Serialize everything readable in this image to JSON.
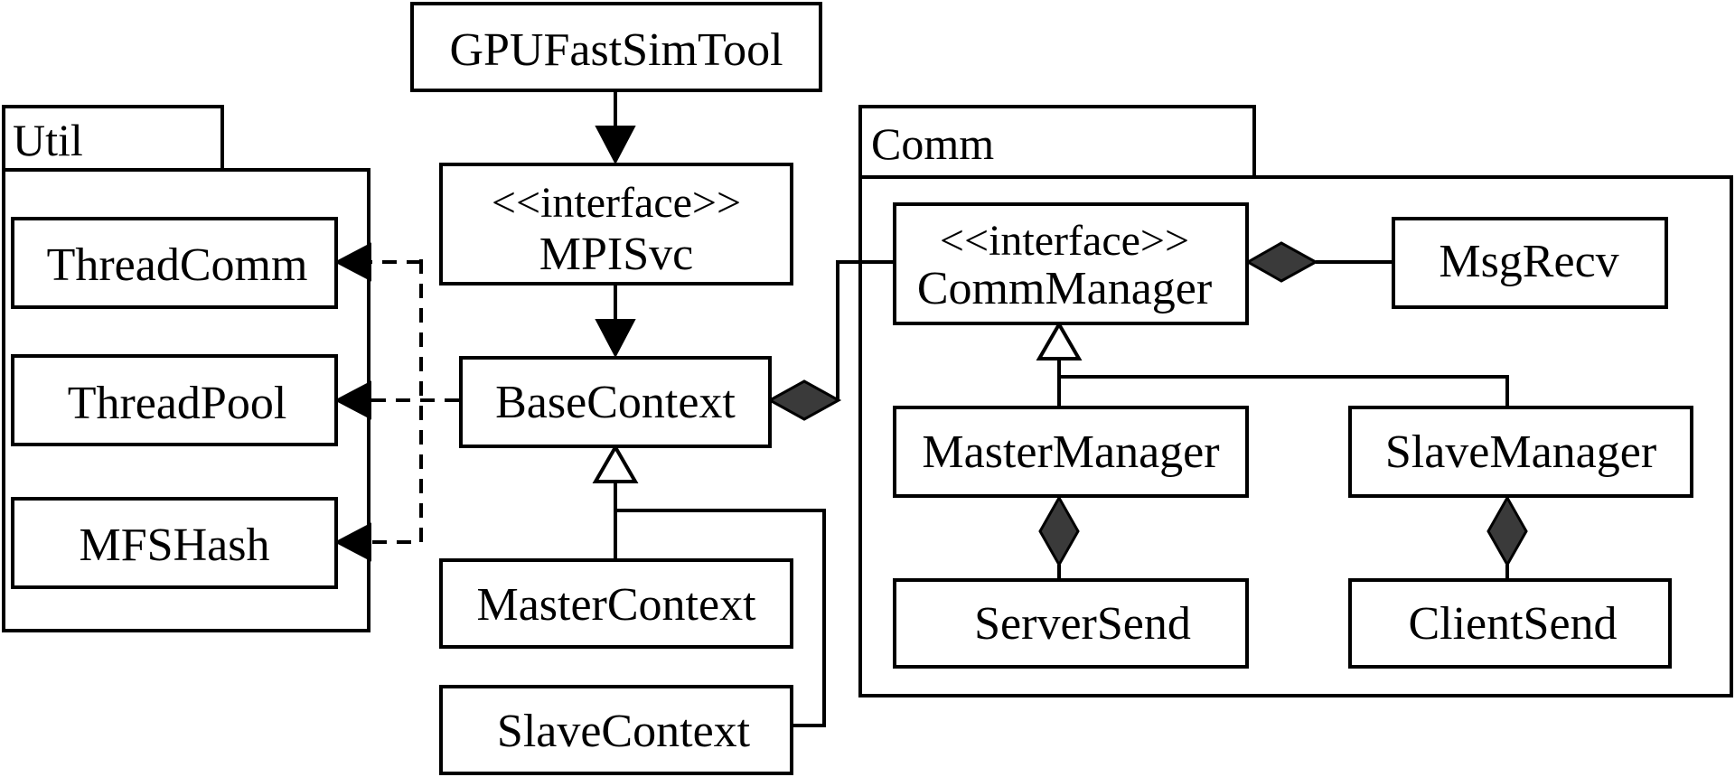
{
  "colors": {
    "stroke": "#000000",
    "background": "#ffffff",
    "diamond_fill": "#3a3a3a"
  },
  "packages": {
    "util": {
      "name": "Util"
    },
    "comm": {
      "name": "Comm"
    }
  },
  "classes": {
    "gpufastsimtool": "GPUFastSimTool",
    "mpisvc": {
      "stereotype": "<<interface>>",
      "name": "MPISvc"
    },
    "basecontext": "BaseContext",
    "mastercontext": "MasterContext",
    "slavecontext": "SlaveContext",
    "threadcomm": "ThreadComm",
    "threadpool": "ThreadPool",
    "mfshash": "MFSHash",
    "commmanager": {
      "stereotype": "<<interface>>",
      "name": "CommManager"
    },
    "msgrecv": "MsgRecv",
    "mastermanager": "MasterManager",
    "slavemanager": "SlaveManager",
    "serversend": "ServerSend",
    "clientsend": "ClientSend"
  }
}
